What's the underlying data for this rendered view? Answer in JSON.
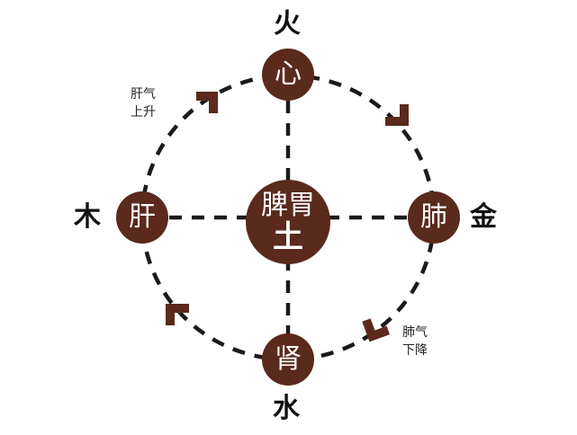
{
  "diagram": {
    "type": "five-elements-organ-qi-circulation",
    "colors": {
      "node_fill": "#5a2a1c",
      "node_text": "#ffffff",
      "dash_line": "#1a1a1a",
      "arrow": "#5a2a1c",
      "element_text": "#111111"
    },
    "center": {
      "organ": "脾胃",
      "element": "土"
    },
    "nodes": {
      "top": {
        "organ": "心",
        "element": "火"
      },
      "left": {
        "organ": "肝",
        "element": "木"
      },
      "right": {
        "organ": "肺",
        "element": "金"
      },
      "bottom": {
        "organ": "肾",
        "element": "水"
      }
    },
    "annotations": {
      "liver_qi": {
        "line1": "肝气",
        "line2": "上升"
      },
      "lung_qi": {
        "line1": "肺气",
        "line2": "下降"
      }
    },
    "flow_direction": "clockwise"
  }
}
